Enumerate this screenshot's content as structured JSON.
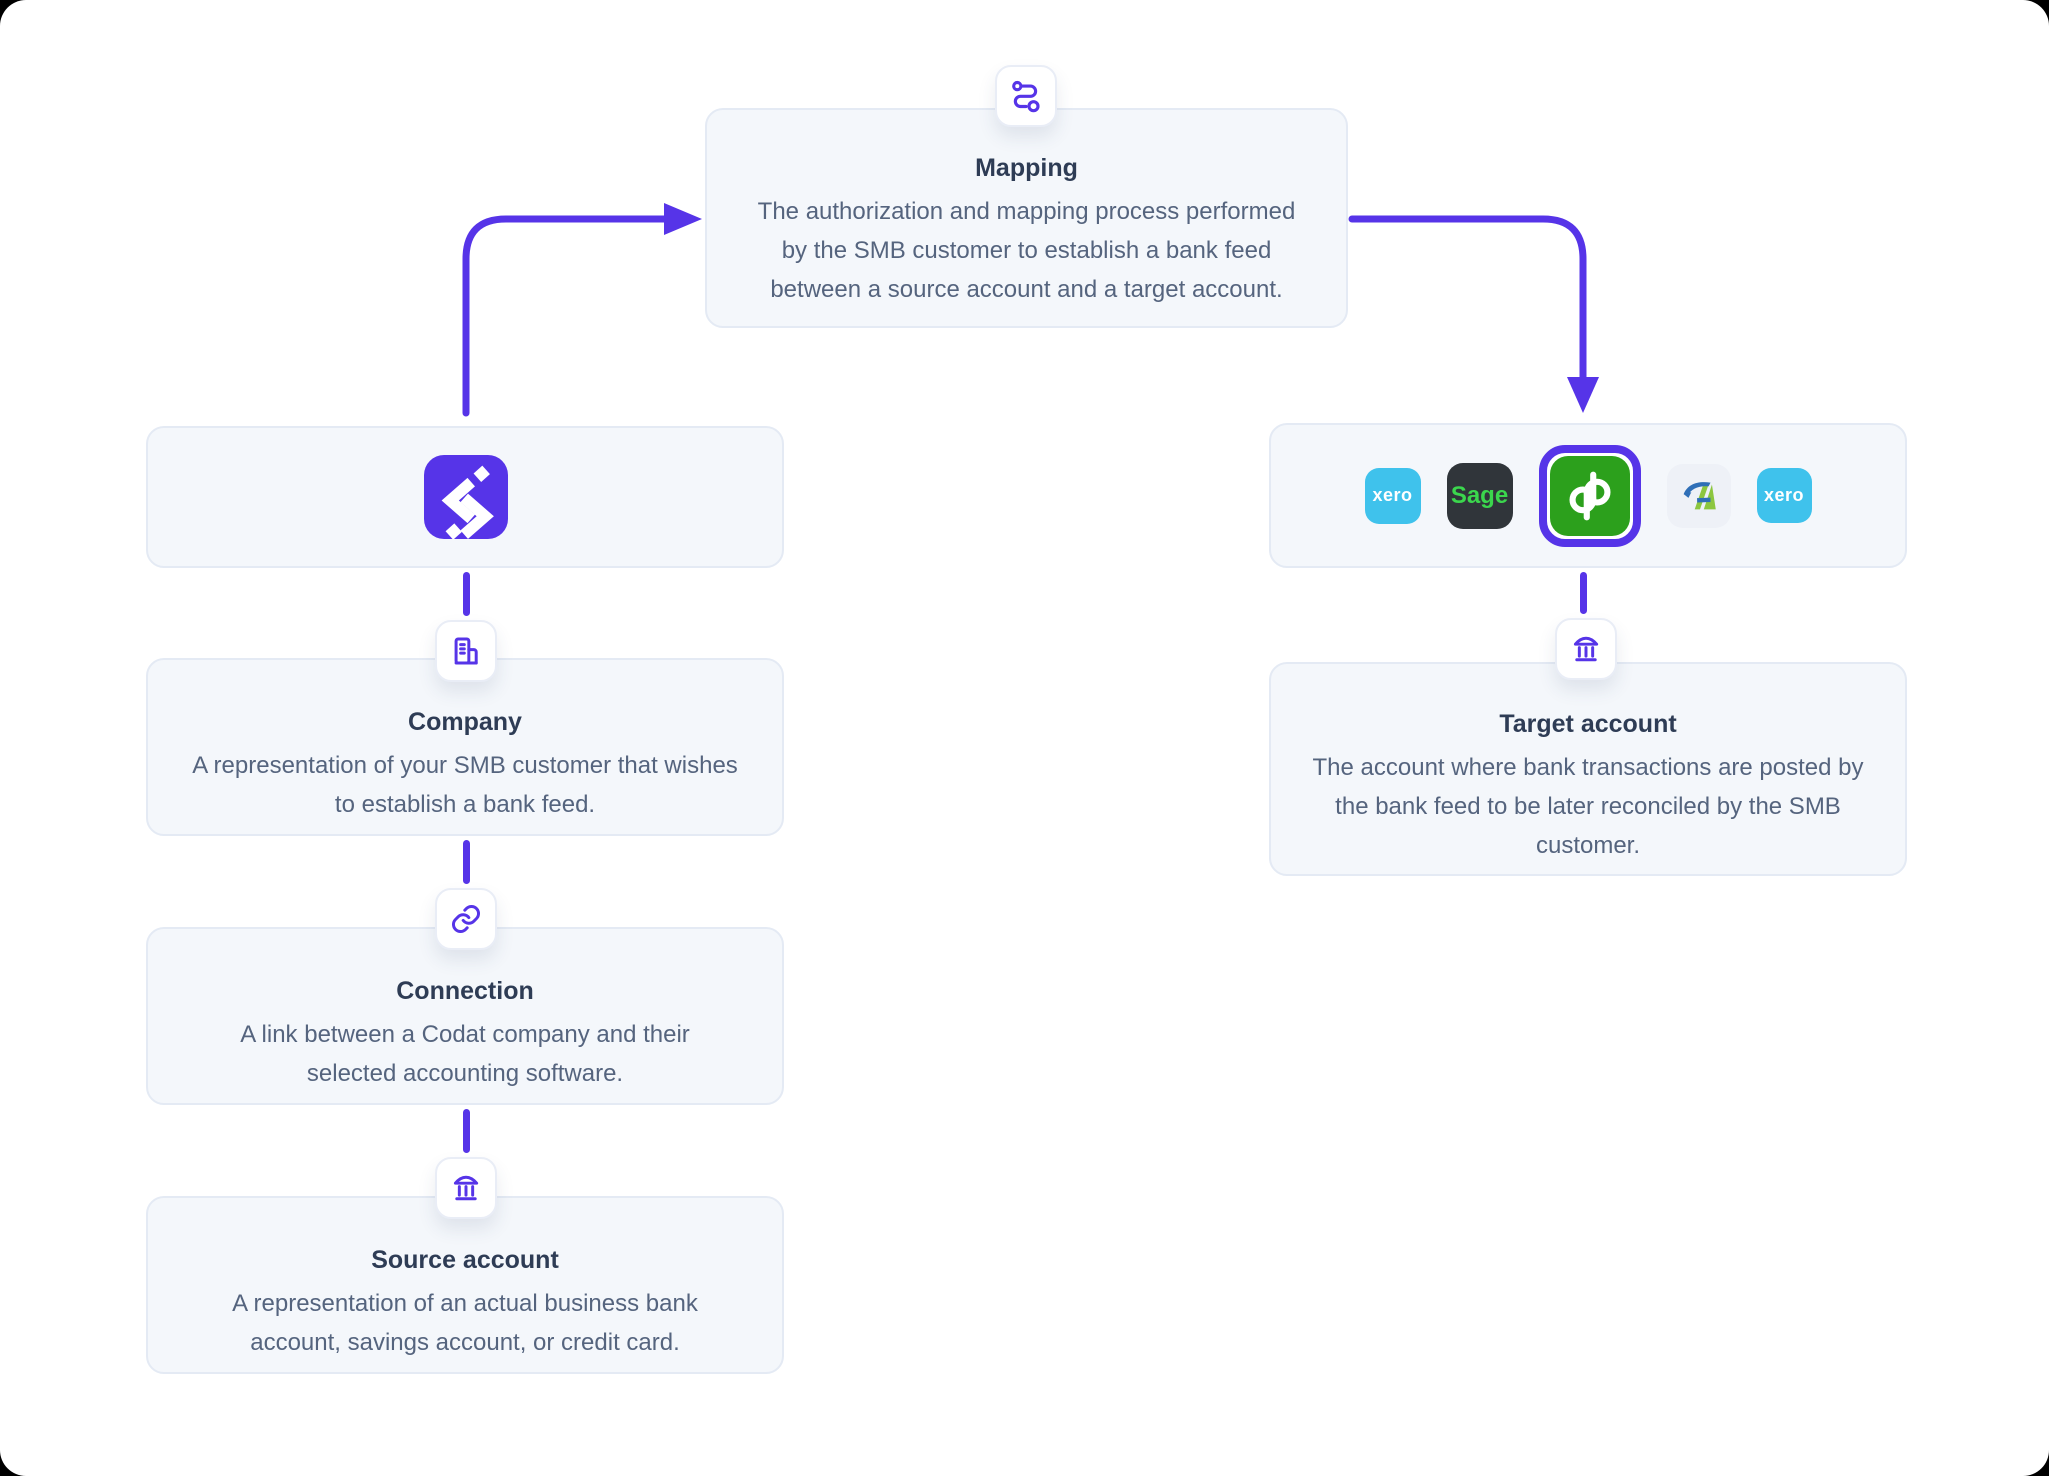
{
  "colors": {
    "accent_purple": "#5634E8",
    "panel_bg": "#F4F7FB",
    "panel_border": "#E4EAF4",
    "title_text": "#2E3C55",
    "body_text": "#55647E",
    "xero_blue": "#3FC2EC",
    "sage_bg": "#30353A",
    "sage_green": "#3BD64D",
    "quickbooks_green": "#2CA01C",
    "freeagent_green": "#8CC63F",
    "freeagent_blue": "#2F6FB7"
  },
  "mapping": {
    "icon": "route-icon",
    "title": "Mapping",
    "description": "The authorization and mapping process performed by the SMB customer to establish a bank feed between a source account and a target account."
  },
  "left_flow": {
    "codat": {
      "icon": "codat-logo"
    },
    "steps": [
      {
        "icon": "building-icon",
        "title": "Company",
        "description": "A representation of your SMB customer that wishes to establish a bank feed."
      },
      {
        "icon": "link-icon",
        "title": "Connection",
        "description": "A link between a Codat company and their selected accounting software."
      },
      {
        "icon": "bank-icon",
        "title": "Source account",
        "description": "A representation of an actual business bank account, savings account, or credit card."
      }
    ]
  },
  "right_flow": {
    "logos": [
      {
        "name": "xero",
        "label": "xero",
        "highlighted": false
      },
      {
        "name": "sage",
        "label": "Sage",
        "highlighted": false
      },
      {
        "name": "quickbooks",
        "label": "qb",
        "highlighted": true
      },
      {
        "name": "freeagent",
        "label": "",
        "highlighted": false
      },
      {
        "name": "xero",
        "label": "xero",
        "highlighted": false
      }
    ],
    "step": {
      "icon": "bank-icon",
      "title": "Target account",
      "description": "The account where bank transactions are posted by the bank feed to be later reconciled by the SMB customer."
    }
  }
}
